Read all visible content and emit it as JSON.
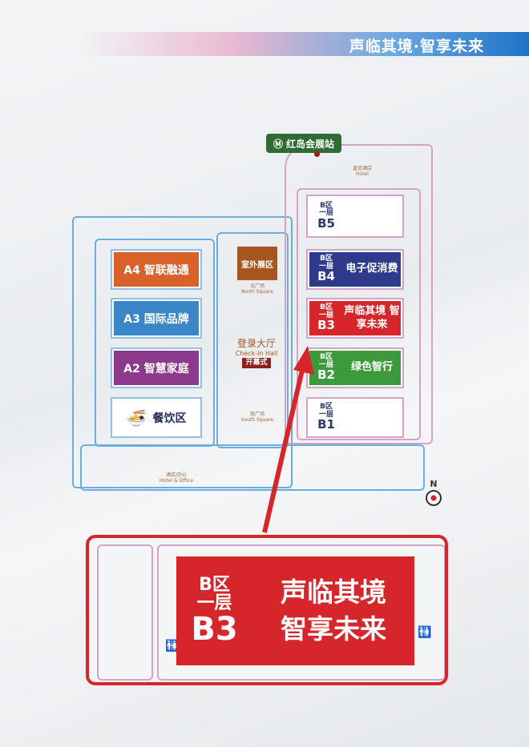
{
  "banner": {
    "slogan": "声临其境·智享未来"
  },
  "station": {
    "label": "红岛会展站"
  },
  "landmarks": {
    "hotel": "皇冠酒店",
    "hotel_en": "Hotel",
    "north_square": "北广场",
    "north_square_en": "North Square",
    "south_square": "南广场",
    "south_square_en": "South Square",
    "hotel_office": "酒店/办公",
    "hotel_office_en": "Hotel & Office",
    "outdoor": "室外展区",
    "hall": "登录大厅",
    "hall_en": "Check-in Hall",
    "opening": "开幕式"
  },
  "zones_a": [
    {
      "label": "A4 智联融通",
      "color": "#d9622b"
    },
    {
      "label": "A3 国际品牌",
      "color": "#3a86c8"
    },
    {
      "label": "A2 智慧家庭",
      "color": "#8e3a8c"
    },
    {
      "label": "餐饮区",
      "color": "#ffffff"
    }
  ],
  "zones_b": [
    {
      "area": "B区",
      "floor": "一层",
      "code": "B5",
      "title": "",
      "color": "#ffffff"
    },
    {
      "area": "B区",
      "floor": "一层",
      "code": "B4",
      "title": "电子促消费",
      "color": "#2e3a8c"
    },
    {
      "area": "B区",
      "floor": "一层",
      "code": "B3",
      "title": "声临其境 智享未来",
      "color": "#d7262b"
    },
    {
      "area": "B区",
      "floor": "一层",
      "code": "B2",
      "title": "绿色智行",
      "color": "#3c9a3c"
    },
    {
      "area": "B区",
      "floor": "一层",
      "code": "B1",
      "title": "",
      "color": "#ffffff"
    }
  ],
  "compass": {
    "label": "N"
  },
  "inset": {
    "area": "B区",
    "floor": "一层",
    "code": "B3",
    "line1": "声临其境",
    "line2": "智享未来"
  }
}
